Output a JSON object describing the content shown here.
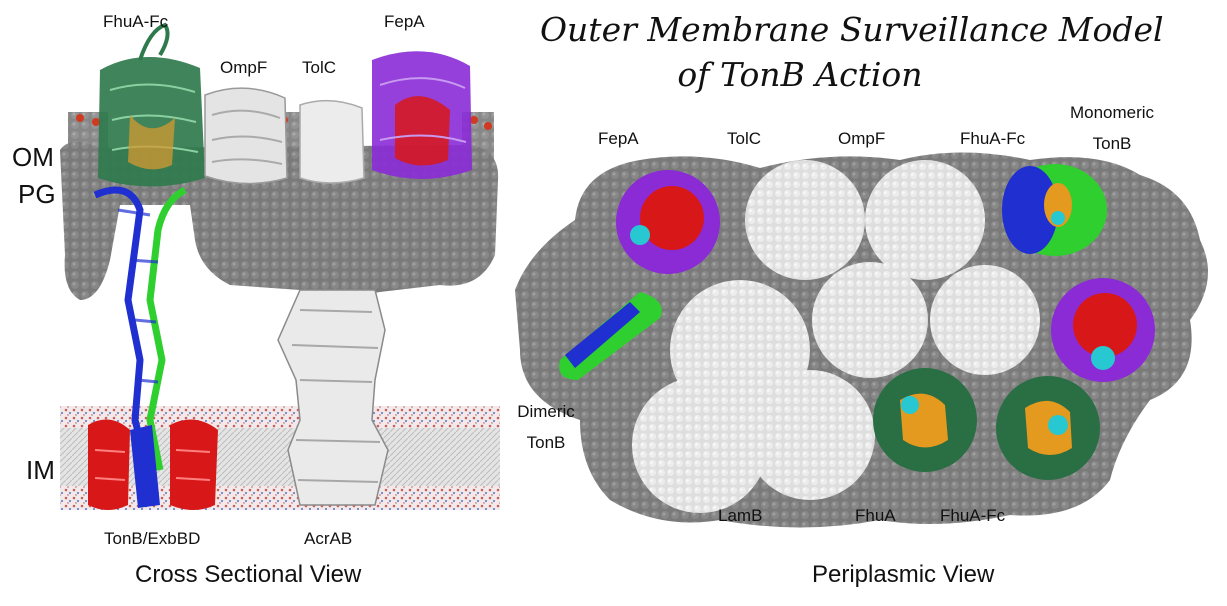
{
  "title": {
    "line1": "Outer Membrane Surveillance Model",
    "line2": "of TonB Action"
  },
  "cross_section": {
    "caption": "Cross Sectional View",
    "proteins": {
      "fhua_fc": "FhuA-Fc",
      "ompf": "OmpF",
      "tolc": "TolC",
      "fepa": "FepA",
      "tonb_exbbd": "TonB/ExbBD",
      "acrab": "AcrAB"
    },
    "layers": {
      "om": "OM",
      "pg": "PG",
      "im": "IM"
    }
  },
  "periplasmic": {
    "caption": "Periplasmic View",
    "labels": {
      "fepa": "FepA",
      "tolc": "TolC",
      "ompf": "OmpF",
      "fhua_fc_top": "FhuA-Fc",
      "monomeric_tonb_line1": "Monomeric",
      "monomeric_tonb_line2": "TonB",
      "dimeric_tonb_line1": "Dimeric",
      "dimeric_tonb_line2": "TonB",
      "lamb": "LamB",
      "fhua": "FhuA",
      "fhua_fc_bottom": "FhuA-Fc"
    }
  },
  "colors": {
    "tonb_blue": "#1f2fd0",
    "tonb_green": "#2fcf2f",
    "exbbd_red": "#d81818",
    "fepa_purple": "#8a2bd6",
    "fhua_darkgreen": "#2a6e44",
    "fhua_orange": "#e39a1e",
    "cyan": "#28c8d2",
    "peptidoglycan_gray": "#6e6e6e",
    "porin_white": "#e6e6e6"
  }
}
